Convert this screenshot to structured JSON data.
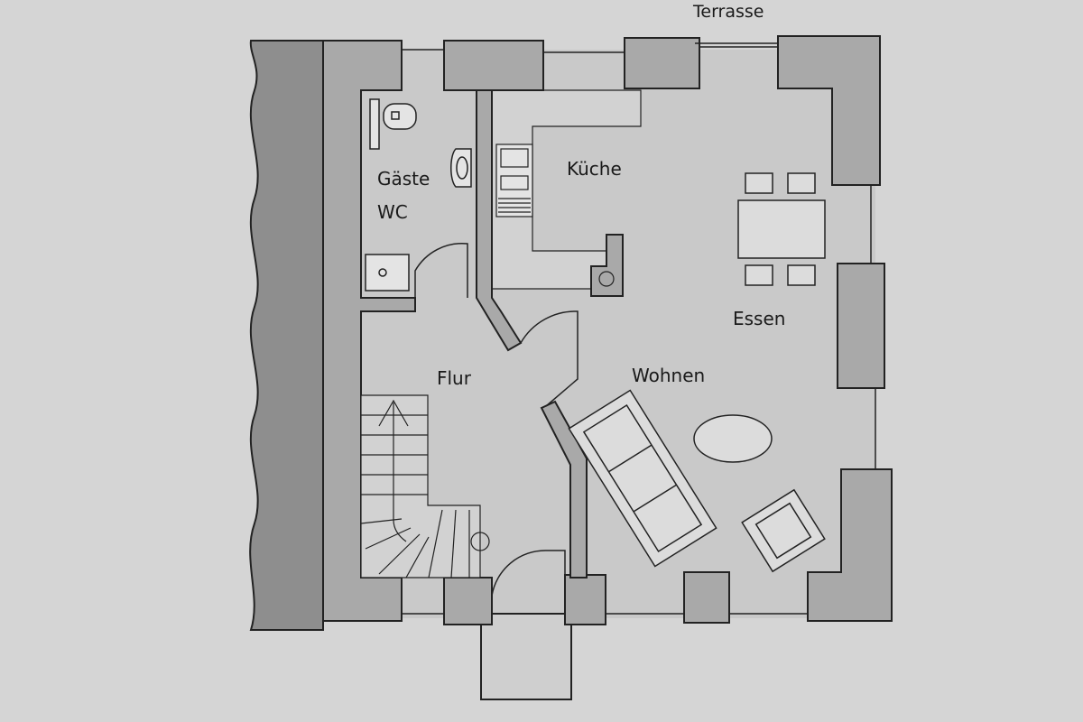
{
  "plan": {
    "labels": {
      "terrasse": "Terrasse",
      "gaeste": "Gäste",
      "wc": "WC",
      "kueche": "Küche",
      "essen": "Essen",
      "flur": "Flur",
      "wohnen": "Wohnen"
    },
    "colors": {
      "paper": "#d5d5d5",
      "floor": "#c9c9c9",
      "wall": "#a9a9a9",
      "neighbor_wall": "#8e8e8e",
      "line": "#222222",
      "furniture": "#dcdcdc"
    }
  }
}
